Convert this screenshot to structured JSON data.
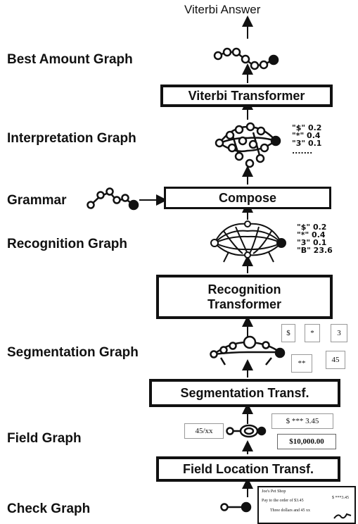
{
  "title": "Viterbi Answer",
  "labels": {
    "best_amount_graph": "Best Amount Graph",
    "interpretation_graph": "Interpretation Graph",
    "grammar": "Grammar",
    "recognition_graph": "Recognition Graph",
    "segmentation_graph": "Segmentation Graph",
    "field_graph": "Field Graph",
    "check_graph": "Check Graph"
  },
  "boxes": {
    "viterbi_transformer": "Viterbi Transformer",
    "compose": "Compose",
    "recognition_transformer_line1": "Recognition",
    "recognition_transformer_line2": "Transformer",
    "segmentation_transf": "Segmentation Transf.",
    "field_location_transf": "Field Location Transf."
  },
  "interpretation_scores": [
    "\"$\" 0.2",
    "\"*\" 0.4",
    "\"3\" 0.1",
    "......."
  ],
  "recognition_scores": [
    "\"$\" 0.2",
    "\"*\" 0.4",
    "\"3\" 0.1",
    "\"B\" 23.6"
  ],
  "segment_chips": [
    "$",
    "*",
    "3",
    "**",
    "45"
  ],
  "field_chips": [
    "45/xx",
    "$ *** 3.45",
    "$10,000.00"
  ],
  "check_lines": [
    "Joe's Pet Shop",
    "Pay to the order of $3.45",
    "Three dollars and 45 xx",
    "$ ***3.45"
  ]
}
